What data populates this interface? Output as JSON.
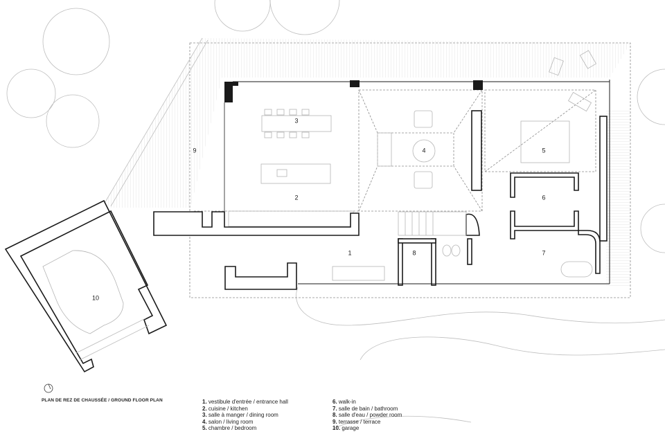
{
  "caption": "PLAN DE REZ DE CHAUSSÉE  / GROUND FLOOR PLAN",
  "room_numbers": [
    "1",
    "2",
    "3",
    "4",
    "5",
    "6",
    "7",
    "8",
    "9",
    "10"
  ],
  "legend": [
    {
      "n": "1.",
      "label": "vestibule d'entrée / entrance hall"
    },
    {
      "n": "2.",
      "label": "cuisine / kitchen"
    },
    {
      "n": "3.",
      "label": "salle à manger / dining room"
    },
    {
      "n": "4.",
      "label": "salon / living room"
    },
    {
      "n": "5.",
      "label": "chambre / bedroom"
    },
    {
      "n": "6.",
      "label": "walk-in"
    },
    {
      "n": "7.",
      "label": "salle de bain / bathroom"
    },
    {
      "n": "8.",
      "label": "salle d'eau / powder room"
    },
    {
      "n": "9.",
      "label": "terrasse / terrace"
    },
    {
      "n": "10.",
      "label": "garage"
    }
  ],
  "icons": {
    "north_arrow": "north-arrow-icon"
  },
  "colors": {
    "wall": "#1a1a1a",
    "background": "#ffffff",
    "line": "#bdbdbd"
  }
}
